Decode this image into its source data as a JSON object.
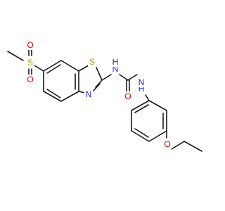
{
  "colors": {
    "bond": "#1a1a1a",
    "S": "#b8a000",
    "O": "#e00000",
    "N": "#2020e0"
  },
  "atoms": [
    {
      "label": "S",
      "element": "S"
    },
    {
      "label": "O",
      "element": "O"
    },
    {
      "label": "O",
      "element": "O"
    },
    {
      "label": "S",
      "element": "S"
    },
    {
      "label": "N",
      "element": "N"
    },
    {
      "label": "H",
      "element": "N"
    },
    {
      "label": "N",
      "element": "N"
    },
    {
      "label": "O",
      "element": "O"
    },
    {
      "label": "H",
      "element": "N"
    },
    {
      "label": "N",
      "element": "N"
    },
    {
      "label": "O",
      "element": "O"
    }
  ]
}
